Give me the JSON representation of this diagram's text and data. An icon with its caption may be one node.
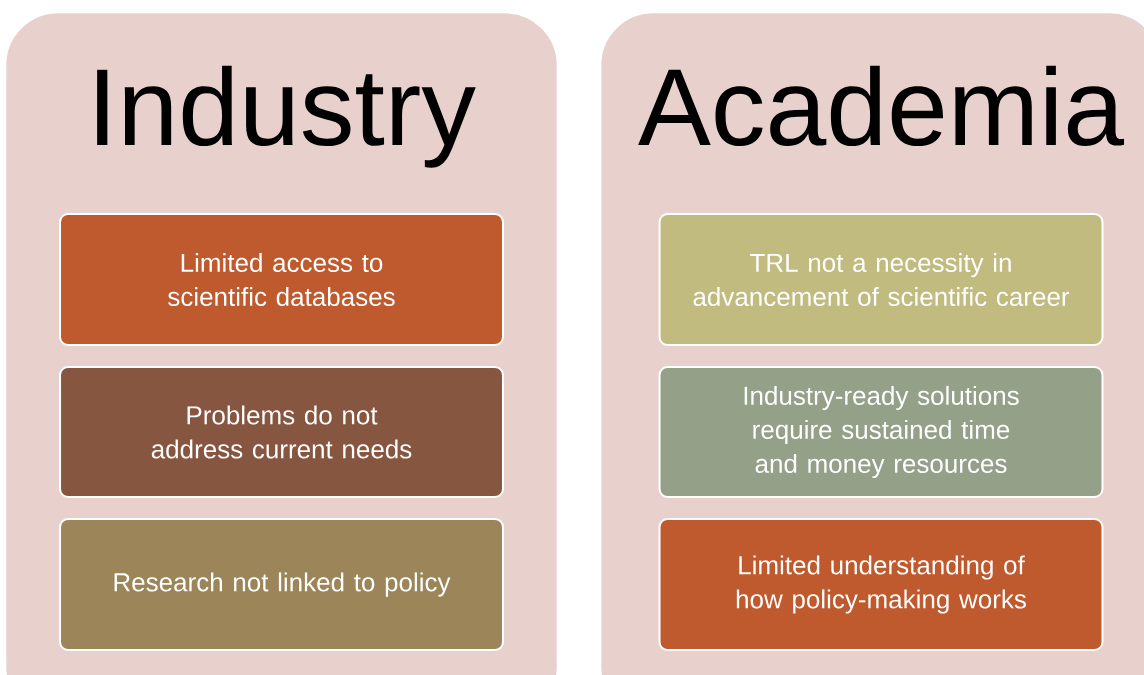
{
  "diagram": {
    "nodes": [
      {
        "text": [
          "Industry"
        ]
      },
      {
        "text": [
          "Limited access to scientific databases"
        ],
        "in": 0
      },
      {
        "text": [
          "Problems do not address current needs"
        ],
        "in": 0
      },
      {
        "text": [
          "Research not linked to policy"
        ],
        "in": 0
      },
      {
        "text": [
          "Academia"
        ]
      },
      {
        "text": [
          "TRL not a necessity in advancement of scientific career"
        ],
        "in": 4
      },
      {
        "text": [
          "Industry-ready solutions require sustained time and money resources"
        ],
        "in": 4
      },
      {
        "text": [
          "Limited understanding of how policy-making works"
        ],
        "in": 4
      }
    ]
  }
}
